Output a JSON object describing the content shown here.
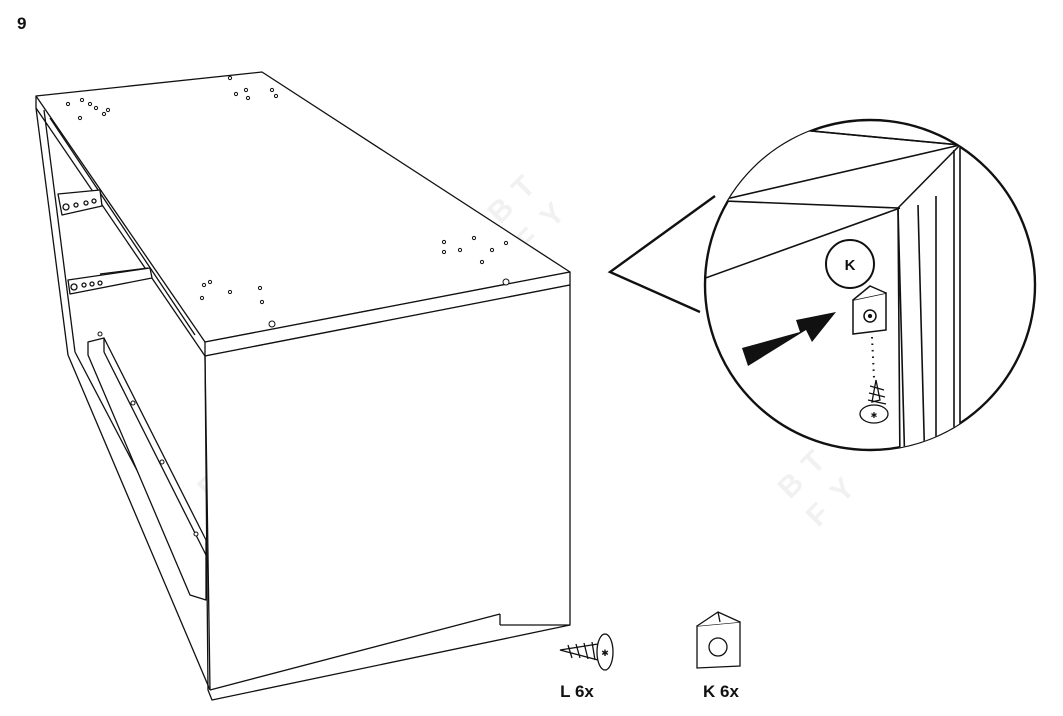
{
  "step_number": "9",
  "callout_letter": "K",
  "watermark_letters": [
    "B",
    "T",
    "F",
    "Y"
  ],
  "parts": [
    {
      "id": "L",
      "label": "L 6x",
      "icon": "screw-icon"
    },
    {
      "id": "K",
      "label": "K 6x",
      "icon": "corner-bracket-icon"
    }
  ],
  "colors": {
    "line": "#111111",
    "watermark": "#f1f1f1",
    "background": "#ffffff"
  }
}
